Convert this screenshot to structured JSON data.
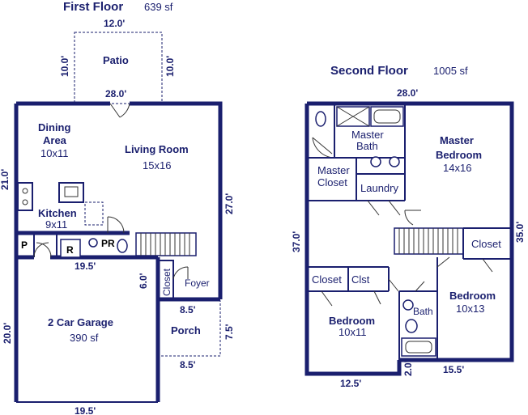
{
  "first_floor": {
    "title": "First Floor",
    "area": "639 sf",
    "rooms": {
      "patio": "Patio",
      "dining": "Dining",
      "area_word": "Area",
      "dining_size": "10x11",
      "living": "Living Room",
      "living_size": "15x16",
      "kitchen": "Kitchen",
      "kitchen_size": "9x11",
      "pantry": "P",
      "fridge": "R",
      "powder": "PR",
      "closet": "Closet",
      "foyer": "Foyer",
      "porch": "Porch",
      "garage": "2 Car Garage",
      "garage_size": "390 sf"
    },
    "dims": {
      "patio_w": "12.0'",
      "patio_h_left": "10.0'",
      "patio_h_right": "10.0'",
      "house_w": "28.0'",
      "left_h": "21.0'",
      "right_h": "27.0'",
      "garage_top_w": "19.5'",
      "foyer_h": "6.0'",
      "porch_top_w": "8.5'",
      "porch_h": "7.5'",
      "porch_bottom_w": "8.5'",
      "garage_h": "20.0'",
      "garage_bottom_w": "19.5'"
    }
  },
  "second_floor": {
    "title": "Second Floor",
    "area": "1005 sf",
    "rooms": {
      "master_bath_1": "Master",
      "master_bath_2": "Bath",
      "master_closet_1": "Master",
      "master_closet_2": "Closet",
      "laundry": "Laundry",
      "master_bed_1": "Master",
      "master_bed_2": "Bedroom",
      "master_bed_size": "14x16",
      "closet_right": "Closet",
      "closet_left": "Closet",
      "clst": "Clst",
      "bedroom_left": "Bedroom",
      "bedroom_left_size": "10x11",
      "bath": "Bath",
      "bedroom_right": "Bedroom",
      "bedroom_right_size": "10x13"
    },
    "dims": {
      "top_w": "28.0'",
      "left_h": "37.0'",
      "right_h": "35.0'",
      "bottom_left_w": "12.5'",
      "notch_h": "2.0'",
      "bottom_right_w": "15.5'"
    }
  }
}
